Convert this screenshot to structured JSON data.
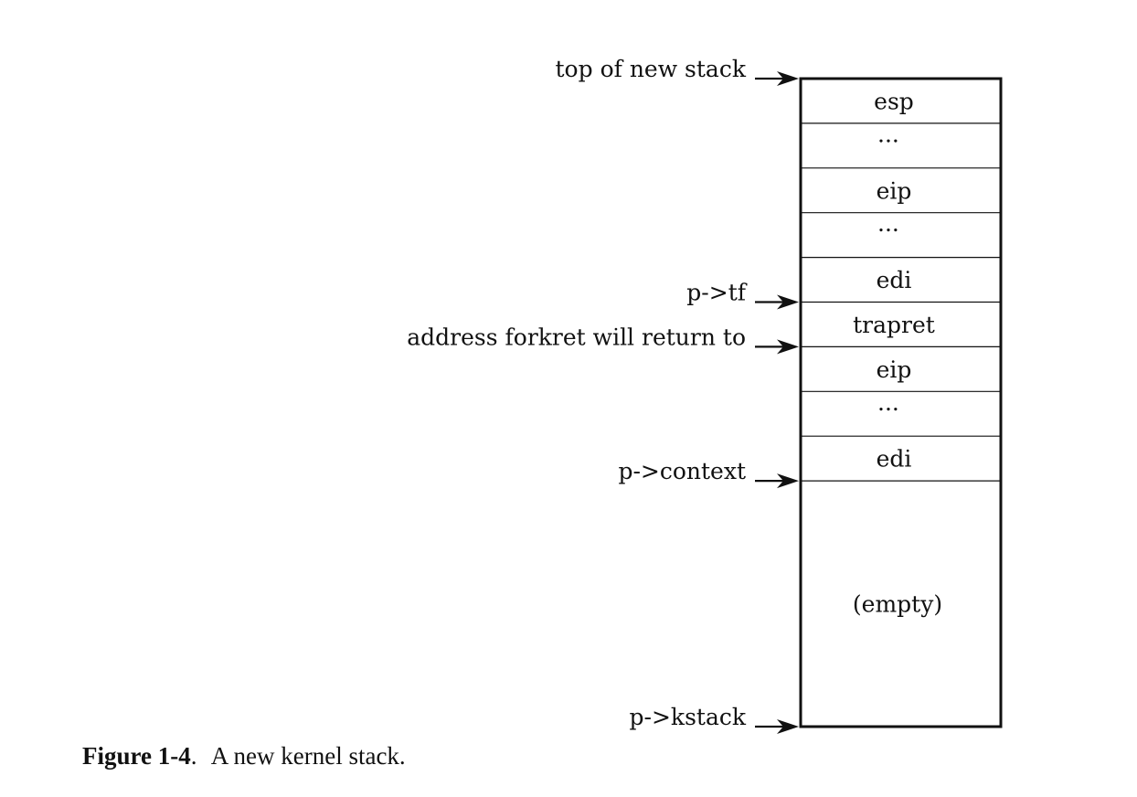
{
  "stack": {
    "slots": [
      {
        "label": "esp"
      },
      {
        "label": "..."
      },
      {
        "label": "eip"
      },
      {
        "label": "..."
      },
      {
        "label": "edi"
      },
      {
        "label": "trapret"
      },
      {
        "label": "eip"
      },
      {
        "label": "..."
      },
      {
        "label": "edi"
      }
    ],
    "empty_label": "(empty)"
  },
  "pointers": [
    {
      "label": "top of new stack",
      "slot_boundary": 0
    },
    {
      "label": "p->tf",
      "slot_boundary": 5
    },
    {
      "label": "address forkret will return to",
      "slot_boundary": 6
    },
    {
      "label": "p->context",
      "slot_boundary": 9
    },
    {
      "label": "p->kstack",
      "slot_boundary": "bottom"
    }
  ],
  "caption": {
    "number": "Figure 1-4",
    "separator": ".",
    "text": "A new kernel stack."
  },
  "colors": {
    "line": "#111111",
    "text": "#111111",
    "background": "#ffffff"
  }
}
